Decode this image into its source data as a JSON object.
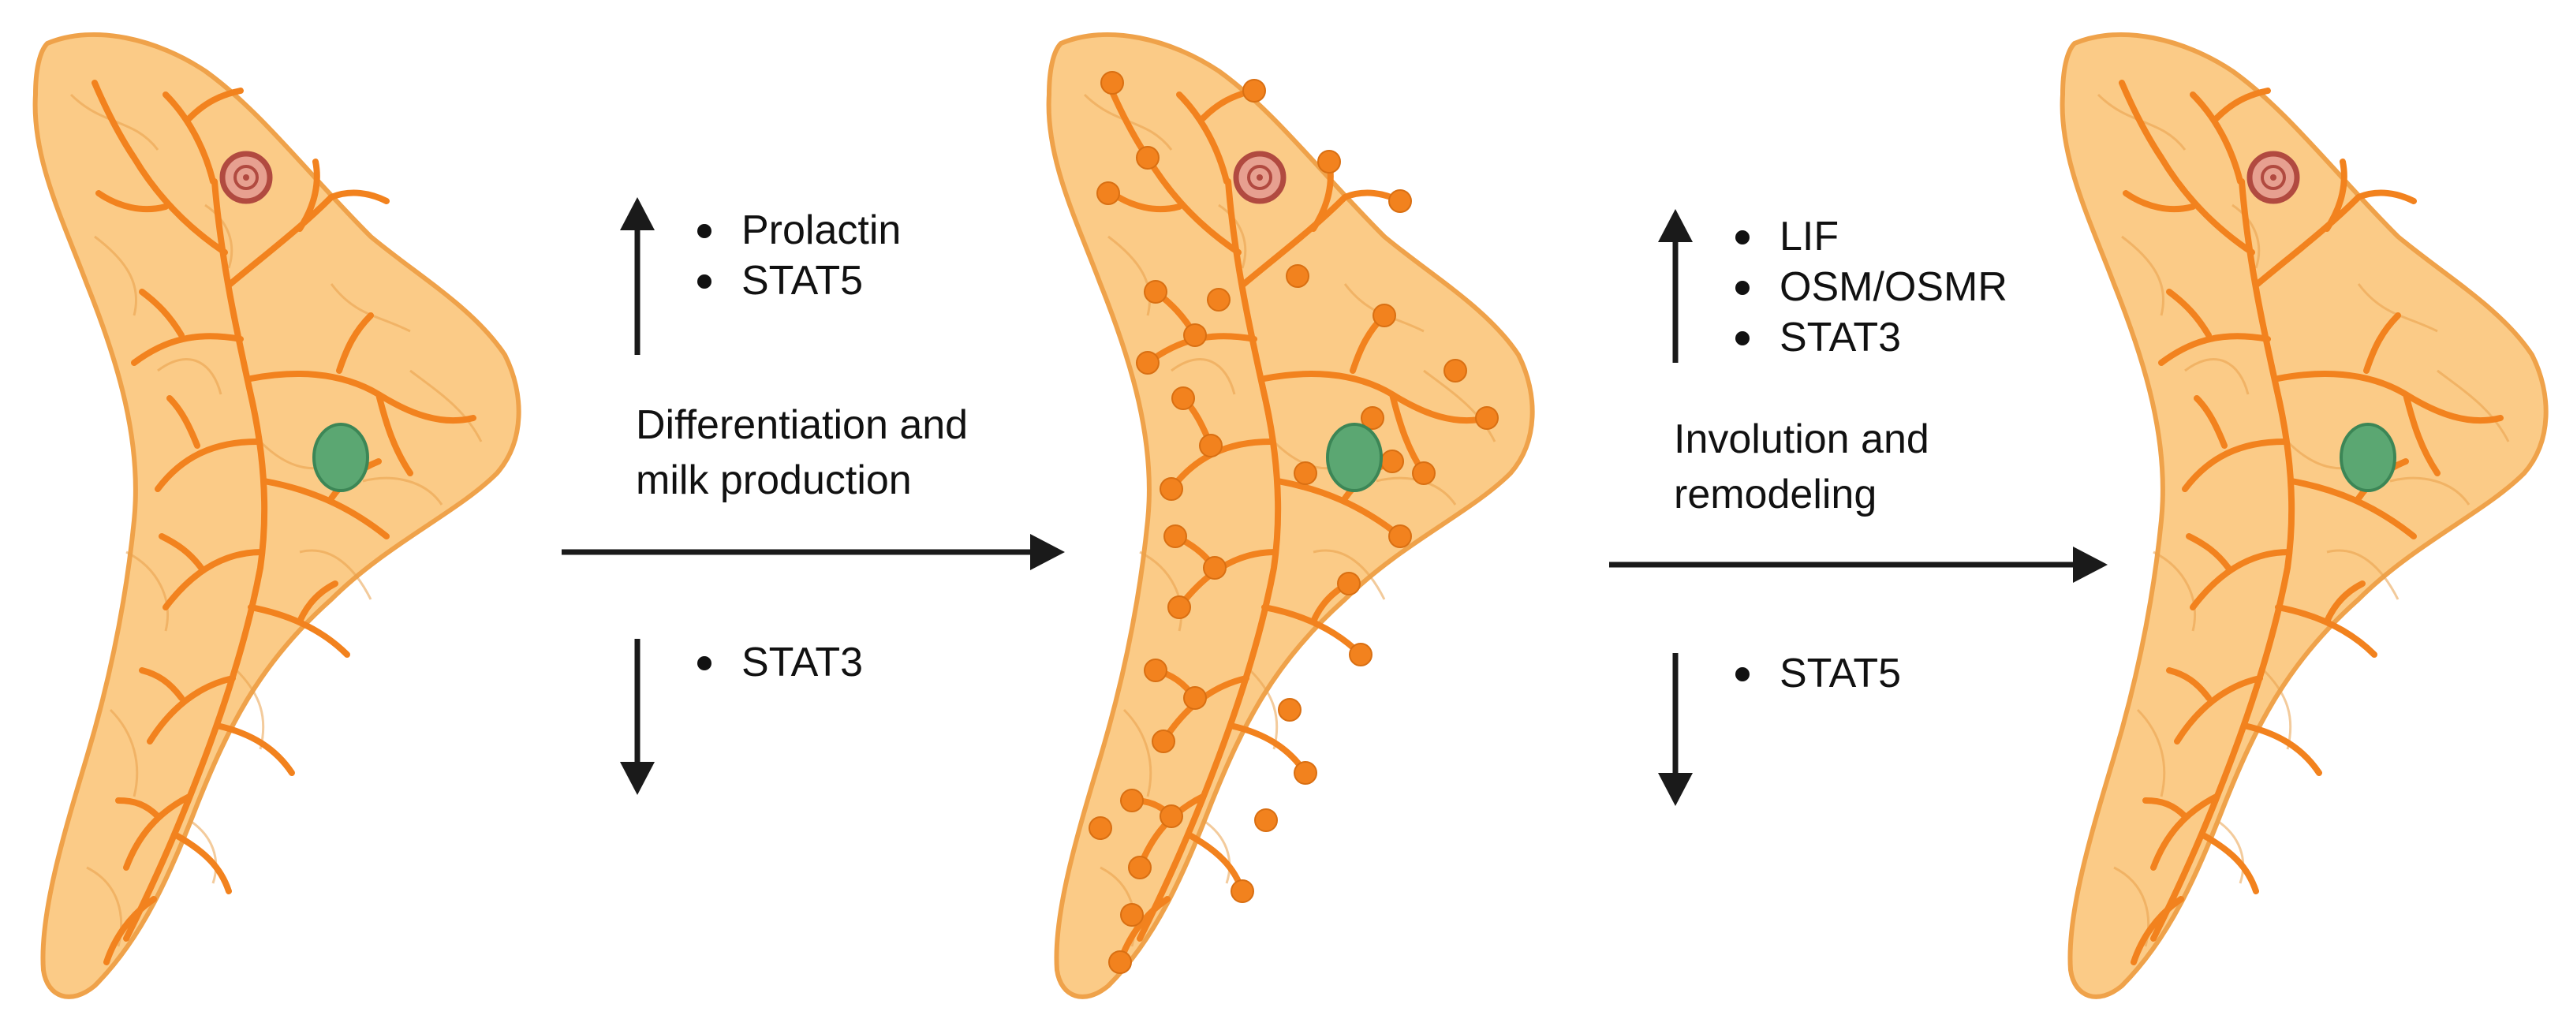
{
  "stages": [
    {
      "name": "gland-resting",
      "alveoli": false
    },
    {
      "name": "gland-lactating",
      "alveoli": true
    },
    {
      "name": "gland-involuted",
      "alveoli": false
    }
  ],
  "transitions": [
    {
      "label_lines": [
        "Differentiation and",
        "milk production"
      ],
      "up": [
        "Prolactin",
        "STAT5"
      ],
      "down": [
        "STAT3"
      ]
    },
    {
      "label_lines": [
        "Involution and",
        "remodeling"
      ],
      "up": [
        "LIF",
        "OSM/OSMR",
        "STAT3"
      ],
      "down": [
        "STAT5"
      ]
    }
  ],
  "colors": {
    "tissue_fill": "#FBCB87",
    "tissue_edge": "#EFA24A",
    "lobule_line": "#E9A04B",
    "duct": "#F2821E",
    "nipple_outer": "#B14A40",
    "nipple_inner": "#E7A090",
    "lymph_node": "#5BA772",
    "lymph_edge": "#3C8656",
    "arrow": "#1A1A1A"
  },
  "icons": {
    "arrow_up": "arrow-up-icon",
    "arrow_down": "arrow-down-icon",
    "arrow_right": "arrow-right-icon"
  }
}
